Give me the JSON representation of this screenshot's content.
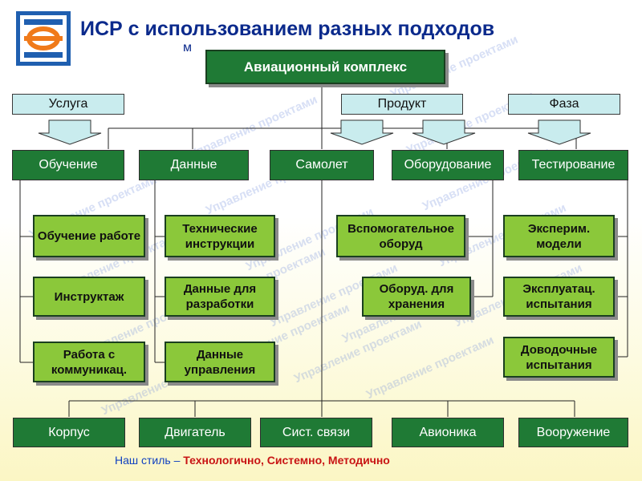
{
  "header": {
    "title": "ИСР с использованием разных подходов",
    "subtitle_fragment": "м"
  },
  "watermark_text": "Управление проектами",
  "colors": {
    "dark_green": "#1f7a35",
    "light_green": "#8bc83a",
    "category_fill": "#c9ecee",
    "title_blue": "#0b2a8c"
  },
  "diagram": {
    "root": "Авиационный комплекс",
    "categories": [
      "Услуга",
      "Продукт",
      "Фаза"
    ],
    "level1": [
      "Обучение",
      "Данные",
      "Самолет",
      "Оборудование",
      "Тестирование"
    ],
    "obuchenie_children": [
      "Обучение работе",
      "Инструктаж",
      "Работа с коммуникац."
    ],
    "dannye_children": [
      "Технические инструкции",
      "Данные для разработки",
      "Данные управления"
    ],
    "oborudovanie_children": [
      "Вспомогательное оборуд",
      "Оборуд. для хранения"
    ],
    "testirovanie_children": [
      "Эксперим. модели",
      "Эксплуатац. испытания",
      "Доводочные испытания"
    ],
    "samolet_children": [
      "Корпус",
      "Двигатель",
      "Сист. связи",
      "Авионика",
      "Вооружение"
    ]
  },
  "footer": {
    "prefix": "Наш стиль – ",
    "emphasis": "Технологично, Системно, Методично"
  }
}
